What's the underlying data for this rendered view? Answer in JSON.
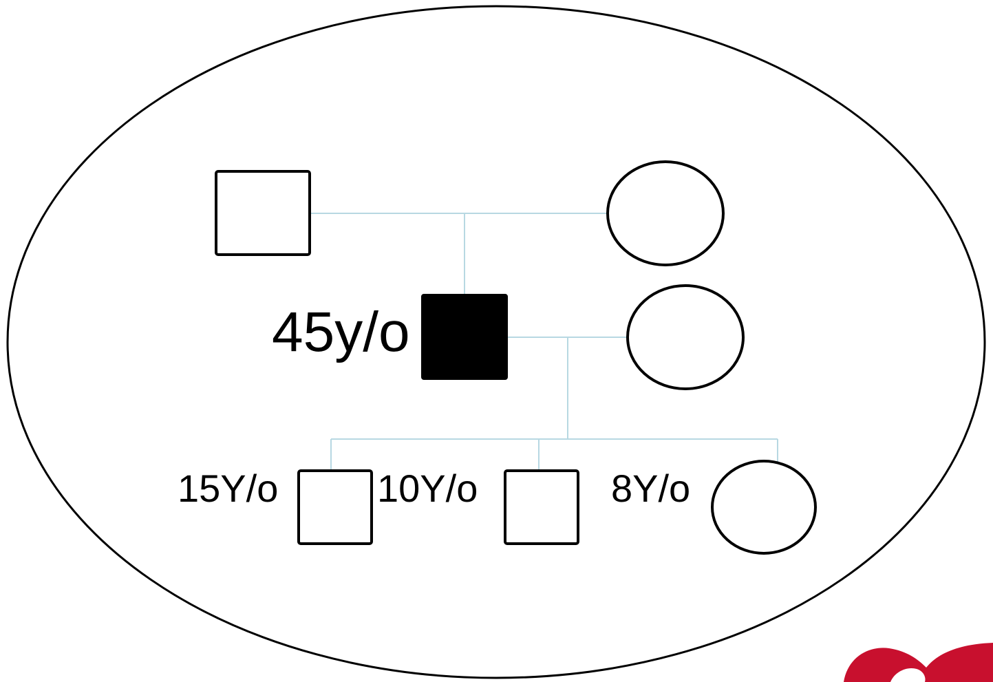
{
  "pedigree": {
    "proband": {
      "sex": "male",
      "affected": true,
      "age_label": "45y/o"
    },
    "parents": [
      {
        "role": "father",
        "sex": "male",
        "affected": false
      },
      {
        "role": "mother",
        "sex": "female",
        "affected": false
      }
    ],
    "spouse": {
      "sex": "female",
      "affected": false
    },
    "children": [
      {
        "sex": "male",
        "affected": false,
        "age_label": "15Y/o"
      },
      {
        "sex": "male",
        "affected": false,
        "age_label": "10Y/o"
      },
      {
        "sex": "female",
        "affected": false,
        "age_label": "8Y/o"
      }
    ]
  },
  "colors": {
    "outline": "#000000",
    "affected_fill": "#000000",
    "connector": "#b7d8e2",
    "logo": "#c8102e"
  },
  "icons": {
    "logo": "heart-logo-icon"
  }
}
